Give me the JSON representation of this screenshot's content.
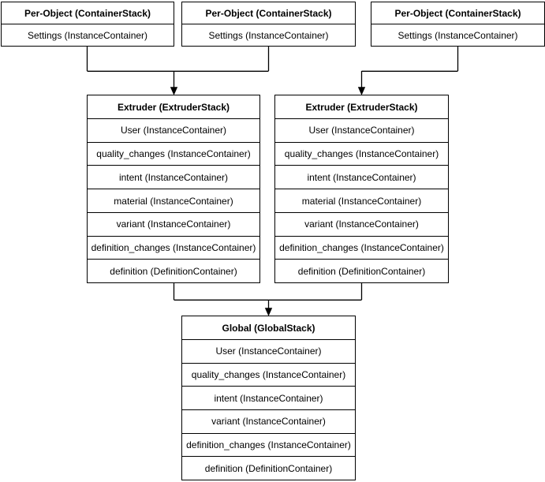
{
  "diagram": {
    "per_object_stacks": [
      {
        "title": "Per-Object (ContainerStack)",
        "rows": [
          "Settings (InstanceContainer)"
        ]
      },
      {
        "title": "Per-Object (ContainerStack)",
        "rows": [
          "Settings (InstanceContainer)"
        ]
      },
      {
        "title": "Per-Object (ContainerStack)",
        "rows": [
          "Settings (InstanceContainer)"
        ]
      }
    ],
    "extruder_stacks": [
      {
        "title": "Extruder (ExtruderStack)",
        "rows": [
          "User (InstanceContainer)",
          "quality_changes (InstanceContainer)",
          "intent (InstanceContainer)",
          "material (InstanceContainer)",
          "variant (InstanceContainer)",
          "definition_changes (InstanceContainer)",
          "definition (DefinitionContainer)"
        ]
      },
      {
        "title": "Extruder (ExtruderStack)",
        "rows": [
          "User (InstanceContainer)",
          "quality_changes (InstanceContainer)",
          "intent (InstanceContainer)",
          "material (InstanceContainer)",
          "variant (InstanceContainer)",
          "definition_changes (InstanceContainer)",
          "definition (DefinitionContainer)"
        ]
      }
    ],
    "global_stack": {
      "title": "Global (GlobalStack)",
      "rows": [
        "User (InstanceContainer)",
        "quality_changes (InstanceContainer)",
        "intent (InstanceContainer)",
        "variant (InstanceContainer)",
        "definition_changes (InstanceContainer)",
        "definition (DefinitionContainer)"
      ]
    }
  },
  "colors": {
    "background": "#ffffff",
    "box_fill": "#ffffff",
    "border": "#000000",
    "text": "#000000"
  }
}
